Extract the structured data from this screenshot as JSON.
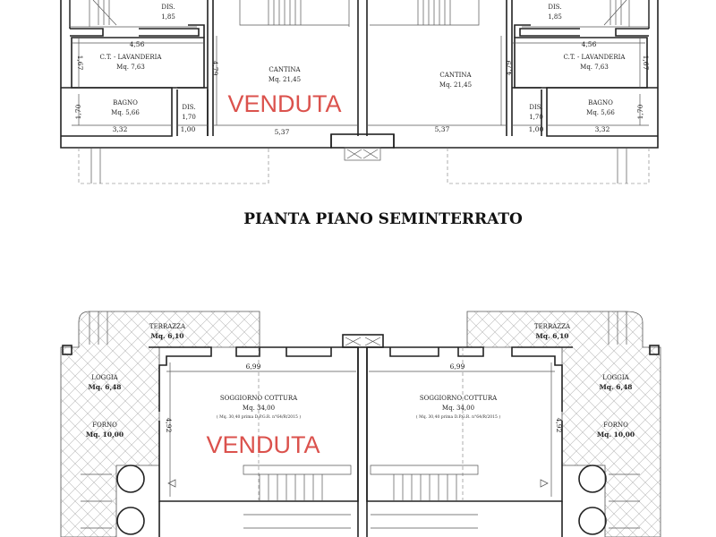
{
  "title": "PIANTA PIANO SEMINTERRATO",
  "sold_stamp": "VENDUTA",
  "colors": {
    "stamp": "#d8403a",
    "lines": "#222222"
  },
  "basement": {
    "dis_top": {
      "name": "DIS.",
      "value": "1,85"
    },
    "lavanderia": {
      "name": "C.T. - LAVANDERIA",
      "area": "Mq. 7,63",
      "width": "4,56",
      "depth": "1,67"
    },
    "cantina": {
      "name": "CANTINA",
      "area": "Mq. 21,45",
      "depth": "4,79",
      "width": "5,37"
    },
    "bagno": {
      "name": "BAGNO",
      "area": "Mq. 5,66",
      "depth": "1,70",
      "width": "3,32"
    },
    "dis_bottom": {
      "name": "DIS.",
      "value": "1,70",
      "width": "1,00"
    }
  },
  "ground": {
    "terrazza": {
      "name": "TERRAZZA",
      "area": "Mq. 6,10"
    },
    "loggia": {
      "name": "LOGGIA",
      "area": "Mq. 6,48"
    },
    "forno": {
      "name": "FORNO",
      "area": "Mq. 10,00"
    },
    "soggiorno": {
      "name": "SOGGIORNO   COTTURA",
      "area": "Mq. 34,00",
      "note": "( Mq. 30,40 prima D.P.G.R. n°64/R/2015 )",
      "width": "6,99",
      "depth": "4,92"
    }
  }
}
